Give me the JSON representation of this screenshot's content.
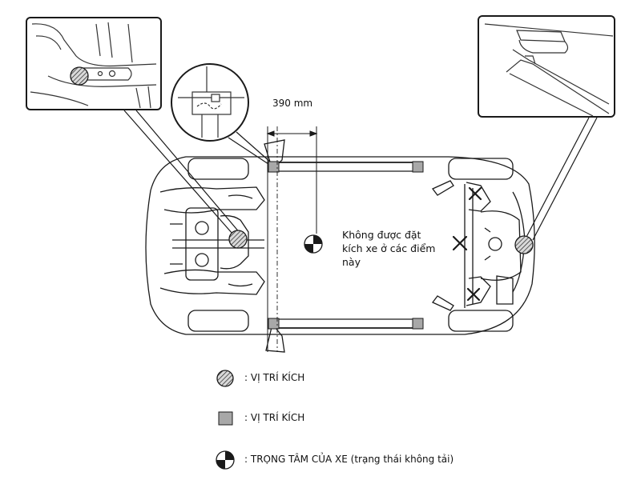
{
  "dimension": {
    "label": "390 mm"
  },
  "warning": {
    "lines": [
      "Không được đặt",
      "kích xe ở các điểm",
      "này"
    ]
  },
  "legend": {
    "items": [
      {
        "icon": "hatched-circle-icon",
        "text": ": VỊ TRÍ KÍCH"
      },
      {
        "icon": "gray-square-icon",
        "text": ": VỊ TRÍ KÍCH"
      },
      {
        "icon": "center-of-gravity-icon",
        "text": ": TRỌNG TÂM CỦA XE (trạng thái không tải)"
      }
    ]
  },
  "colors": {
    "line": "#1a1a1a",
    "pad_fill": "#a8a8a8",
    "background": "#ffffff"
  }
}
